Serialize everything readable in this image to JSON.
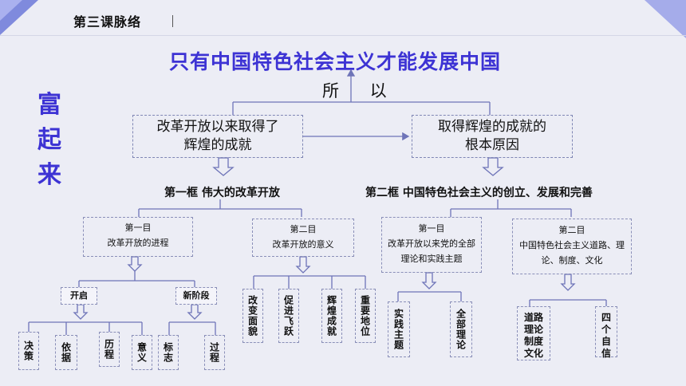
{
  "header": {
    "lesson": "第三课脉络"
  },
  "title": "只有中国特色社会主义才能发展中国",
  "side_label": "富起来",
  "connector": "所 以",
  "left_box": {
    "line1": "改革开放以来取得了",
    "line2": "辉煌的成就"
  },
  "right_box": {
    "line1": "取得辉煌的成就的",
    "line2": "根本原因"
  },
  "frame1": {
    "title": "第一框 伟大的改革开放"
  },
  "frame2": {
    "title": "第二框  中国特色社会主义的创立、发展和完善"
  },
  "mu": [
    {
      "head": "第一目",
      "body": "改革开放的进程"
    },
    {
      "head": "第二目",
      "body": "改革开放的意义"
    },
    {
      "head": "第一目",
      "body": "改革开放以来党的全部理论和实践主题"
    },
    {
      "head": "第二目",
      "body": "中国特色社会主义道路、理论、制度、文化"
    }
  ],
  "stage": {
    "start": "开启",
    "new": "新阶段"
  },
  "leaves": {
    "decision": "决策",
    "basis": "依据",
    "course": "历程",
    "meaning": "意义",
    "marker": "标志",
    "process": "过程",
    "change": "改变面貌",
    "promote": "促进飞跃",
    "brilliant": "辉煌成就",
    "status": "重要地位",
    "theme1": "实践主题",
    "theme2": "全部理论",
    "road": "道路理论制度文化",
    "four": "四个自信"
  },
  "colors": {
    "accent": "#3d33d4",
    "line": "#6e74b8",
    "bg": "#ecedf5"
  }
}
